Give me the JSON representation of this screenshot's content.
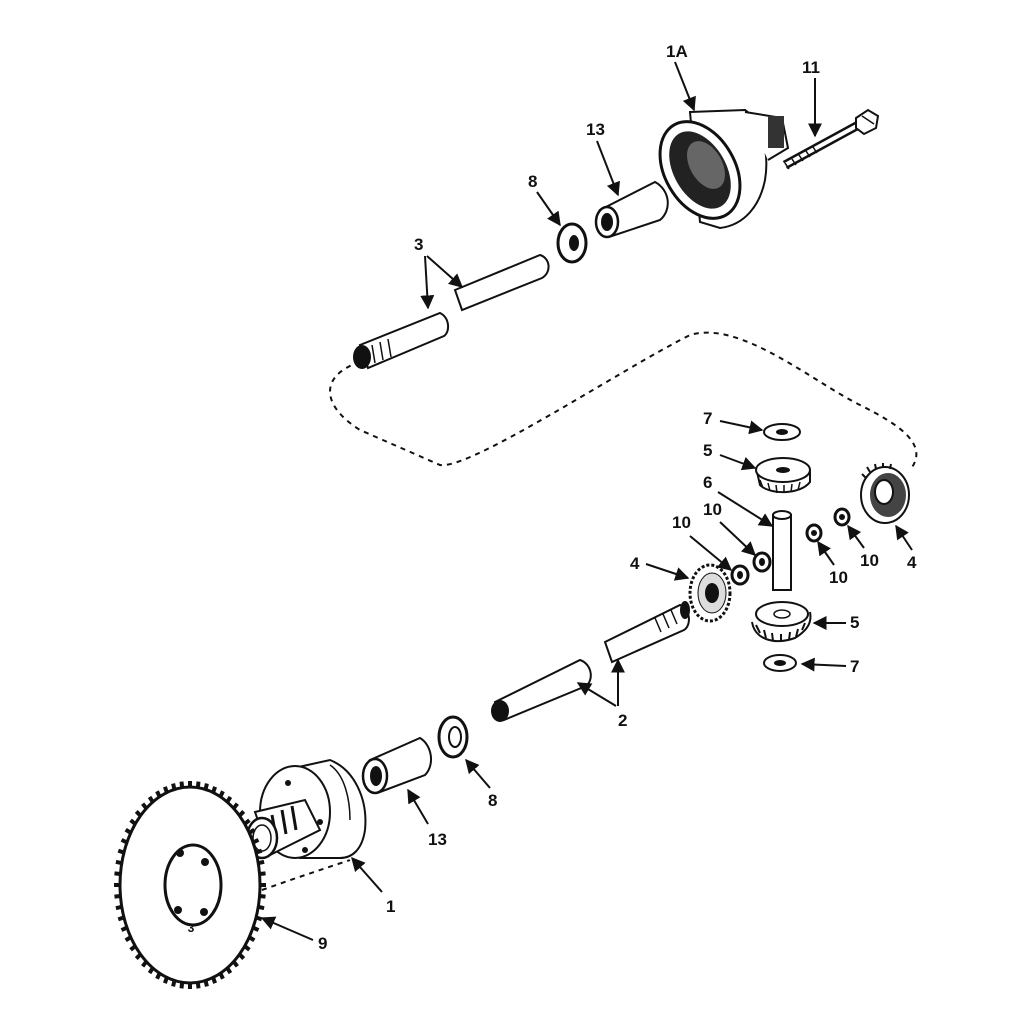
{
  "callouts": {
    "c1a": "1A",
    "c11": "11",
    "c13_top": "13",
    "c8_top": "8",
    "c3": "3",
    "c7_top": "7",
    "c5_top": "5",
    "c6": "6",
    "c10_a": "10",
    "c10_b": "10",
    "c10_c": "10",
    "c10_d": "10",
    "c4_left": "4",
    "c4_right": "4",
    "c5_bottom": "5",
    "c7_bottom": "7",
    "c2": "2",
    "c8_bottom": "8",
    "c13_bottom": "13",
    "c1": "1",
    "c9": "9",
    "sprocket_hole_mark": "3"
  },
  "parts": [
    "differential-case-half-1a",
    "bolt-11",
    "bushing-13-top",
    "washer-8-top",
    "axle-3",
    "thrust-washer-7-top",
    "pinion-gear-5-top",
    "pinion-shaft-6",
    "spacers-10",
    "side-gear-4-left",
    "side-gear-4-right",
    "pinion-gear-5-bottom",
    "thrust-washer-7-bottom",
    "axle-2",
    "washer-8-bottom",
    "bushing-13-bottom",
    "differential-case-half-1",
    "sprocket-9"
  ]
}
